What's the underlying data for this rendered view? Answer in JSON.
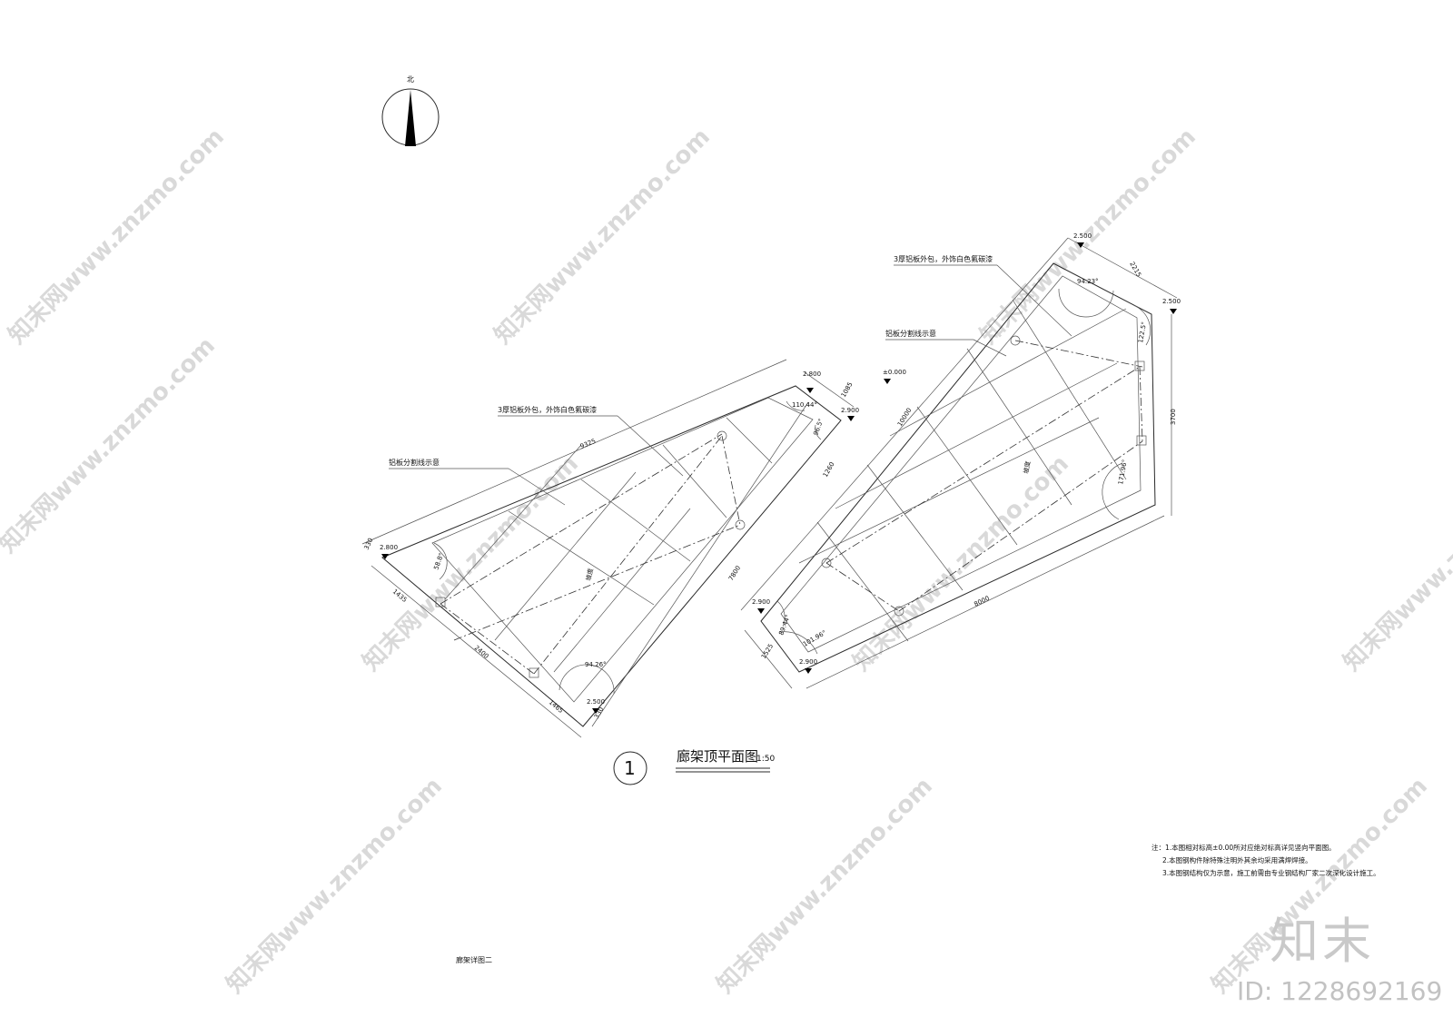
{
  "north_label": "北",
  "watermark": {
    "text": "知末网www.znzmo.com",
    "brand": "知末",
    "id": "ID: 1228692169"
  },
  "title": {
    "number": "1",
    "name": "廊架顶平面图",
    "scale": "1:50"
  },
  "sheet_label": "廊架详图二",
  "elevation_datum": "±0.000",
  "left_plan": {
    "callouts": [
      "3厚铝板外包，外饰白色氟碳漆",
      "铝板分割线示意"
    ],
    "elevations": [
      "2.800",
      "2.900",
      "2.800",
      "2.500"
    ],
    "dimensions": [
      "9325",
      "1085",
      "1260",
      "7800",
      "330",
      "1435",
      "2400",
      "1465",
      "330"
    ],
    "angles": [
      "110.44°",
      "96.5°",
      "94.26°",
      "58.8°"
    ],
    "slope": "坡度"
  },
  "right_plan": {
    "callouts": [
      "3厚铝板外包，外饰白色氟碳漆",
      "铝板分割线示意"
    ],
    "elevations": [
      "2.500",
      "2.500",
      "2.900",
      "2.900"
    ],
    "dimensions": [
      "2215",
      "10000",
      "3700",
      "8000",
      "1525"
    ],
    "angles": [
      "94.23°",
      "122.5°",
      "171.96°",
      "101.96°",
      "89.44°"
    ],
    "slope": "坡度"
  },
  "notes": [
    "注：1.本图相对标高±0.00所对应绝对标高详见竖向平面图。",
    "2.本图钢构件除特殊注明外其余均采用满焊焊接。",
    "3.本图钢结构仅为示意，施工前需由专业钢结构厂家二次深化设计施工。"
  ]
}
